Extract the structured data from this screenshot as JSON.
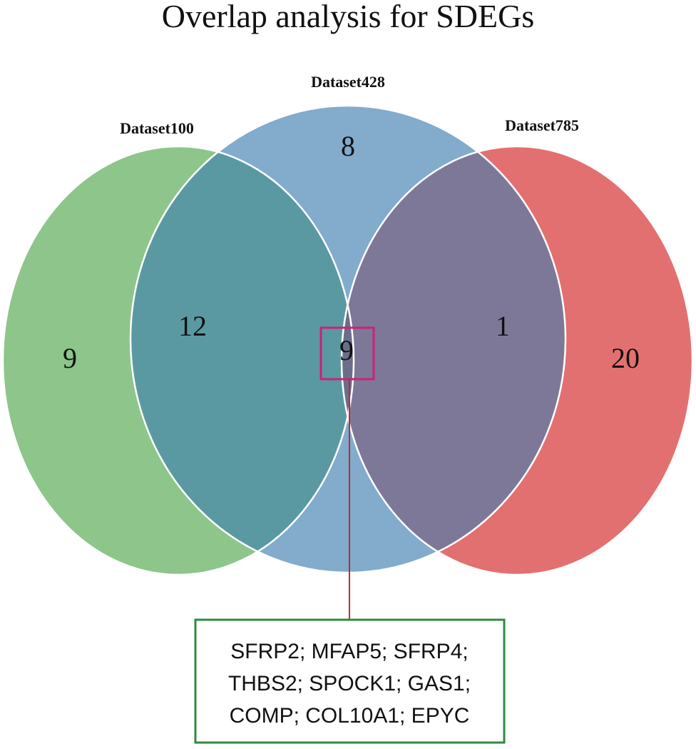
{
  "title": "Overlap analysis for SDEGs",
  "sets": {
    "a": {
      "label": "Dataset100",
      "color": "#8dc58a"
    },
    "b": {
      "label": "Dataset428",
      "color": "#82abcc"
    },
    "c": {
      "label": "Dataset785",
      "color": "#e37070"
    }
  },
  "regions": {
    "a_only": "9",
    "b_only": "8",
    "c_only": "20",
    "ab": "12",
    "bc": "1",
    "abc": "9"
  },
  "region_colors": {
    "ab": "#5a99a2",
    "bc": "#7e7898",
    "abc": "#6a6e88"
  },
  "highlight_color": "#cc2277",
  "callout": {
    "border_color": "#2e8b3e",
    "connector_color": "#c02833",
    "lines": [
      "SFRP2; MFAP5; SFRP4;",
      "THBS2; SPOCK1; GAS1;",
      "COMP; COL10A1; EPYC"
    ]
  }
}
